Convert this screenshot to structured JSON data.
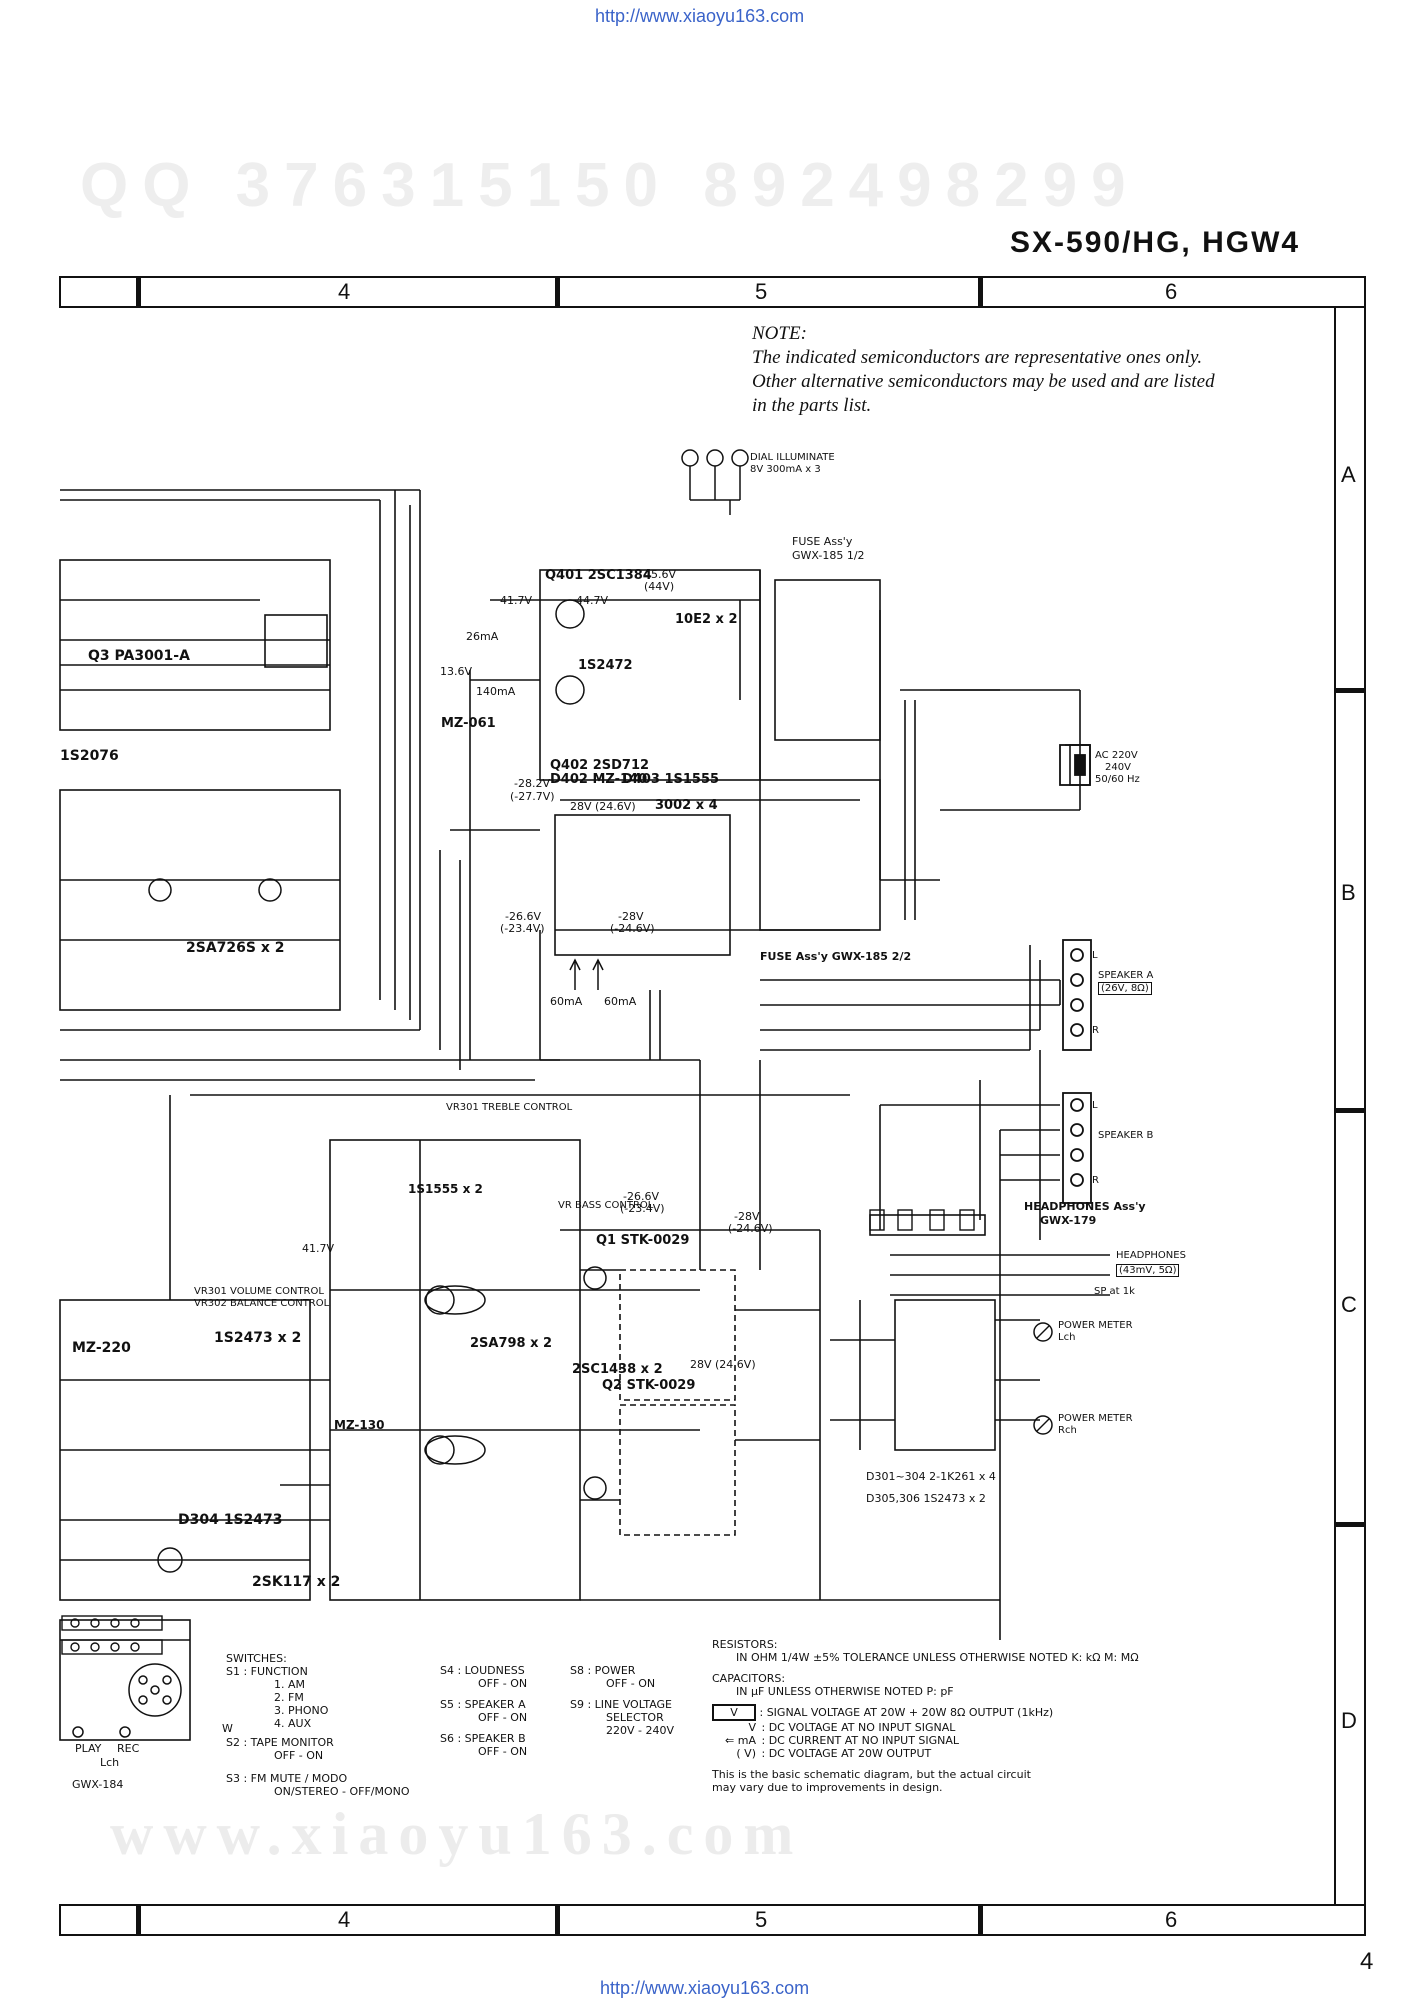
{
  "header": {
    "url_top": "http://www.xiaoyu163.com",
    "url_bottom": "http://www.xiaoyu163.com",
    "model": "SX-590/HG, HGW4",
    "watermark_top": "QQ 376315150   892498299",
    "watermark_bottom": "www.xiaoyu163.com",
    "page_number": "4"
  },
  "grid": {
    "columns": [
      "4",
      "5",
      "6"
    ],
    "rows": [
      "A",
      "B",
      "C",
      "D"
    ]
  },
  "note": {
    "title": "NOTE:",
    "line1": "The indicated semiconductors are representative ones only.",
    "line2": "Other alternative semiconductors may be used and are listed",
    "line3": "in the parts list."
  },
  "power": {
    "dial_illuminate": "DIAL ILLUMINATE",
    "dial_spec": "8V 300mA x 3",
    "fuse_assy_1": "FUSE Ass'y",
    "fuse_assy_1_part": "GWX-185 1/2",
    "fuse_assy_2": "FUSE Ass'y GWX-185 2/2",
    "ac_label": "AC 220V",
    "ac_label2": "240V",
    "ac_freq": "50/60 Hz",
    "q401": "Q401 2SC1384",
    "q402": "Q402 2SD712",
    "d402": "D402 MZ-140",
    "d403": "D403 1S1555",
    "d401": "10E2 x 2",
    "d404": "1S2472",
    "d405": "MZ-061",
    "rect": "3002 x 4",
    "v_45_6": "45.6V",
    "v_44": "(44V)",
    "v_44_7": "44.7V",
    "v_41_7": "41.7V",
    "v_13_6": "13.6V",
    "i_26": "26mA",
    "i_140": "140mA",
    "v_28_2": "-28.2V",
    "v_27_7": "(-27.7V)",
    "v_28_pos": "28V (24.6V)",
    "v_26_6": "-26.6V",
    "v_23_4": "(-23.4V)",
    "v_28_neg": "-28V",
    "v_24_6": "(-24.6V)",
    "i_60a": "60mA",
    "i_60b": "60mA"
  },
  "left": {
    "q3": "Q3 PA3001-A",
    "q_1s2076": "1S2076",
    "q_2sa726": "2SA726S x 2",
    "vr_vol": "VR301 VOLUME CONTROL",
    "vr_bal": "VR302 BALANCE CONTROL",
    "d_1s2473": "1S2473 x 2",
    "mz220": "MZ-220",
    "d_1s2473b": "D304 1S2473",
    "q_2sk117": "2SK117 x 2",
    "gwx184": "GWX-184",
    "play": "PLAY",
    "rec": "REC",
    "lch": "Lch",
    "w": "W"
  },
  "center": {
    "treble": "VR301 TREBLE CONTROL",
    "bass": "VR BASS CONTROL",
    "d_1s1555": "1S1555 x 2",
    "mz130": "MZ-130",
    "q_2sa798": "2SA798 x 2",
    "q_2sc1438": "2SC1438 x 2",
    "stk1": "Q1 STK-0029",
    "stk2": "Q2 STK-0029",
    "v_26_6b": "-26.6V",
    "v_23_4b": "(-23.4V)",
    "v_28b": "-28V",
    "v_24_6b": "(-24.6V)",
    "v_28_pos_b": "28V (24.6V)",
    "v_41_7b": "41.7V",
    "d_2_1k261": "D301~304 2-1K261 x 4",
    "d_1s2473c": "D305,306 1S2473 x 2"
  },
  "right": {
    "speaker_a": "SPEAKER A",
    "speaker_a_imp": "(26V, 8Ω)",
    "speaker_b": "SPEAKER B",
    "headphones": "HEADPHONES Ass'y",
    "headphones_part": "GWX-179",
    "headphones_jack": "HEADPHONES",
    "headphones_imp": "(43mV, 5Ω)",
    "sp_at": "SP at 1k",
    "power_meter_l": "POWER METER",
    "power_meter_l_ch": "Lch",
    "power_meter_r": "POWER METER",
    "power_meter_r_ch": "Rch",
    "lr": [
      "L",
      "R",
      "L",
      "R"
    ]
  },
  "switches": {
    "title": "SWITCHES:",
    "s1": "S1 : FUNCTION",
    "s1_items": [
      "1. AM",
      "2. FM",
      "3. PHONO",
      "4. AUX"
    ],
    "s2": "S2 : TAPE MONITOR",
    "s2_val": "OFF - ON",
    "s3": "S3 : FM MUTE / MODO",
    "s3_val": "ON/STEREO - OFF/MONO",
    "s4": "S4 : LOUDNESS",
    "s4_val": "OFF - ON",
    "s5": "S5 : SPEAKER A",
    "s5_val": "OFF - ON",
    "s6": "S6 : SPEAKER B",
    "s6_val": "OFF - ON",
    "s8": "S8 : POWER",
    "s8_val": "OFF - ON",
    "s9": "S9 : LINE VOLTAGE",
    "s9_sel": "SELECTOR",
    "s9_val": "220V - 240V"
  },
  "legend": {
    "resistors": "RESISTORS:",
    "res_desc": "IN OHM 1/4W ±5% TOLERANCE UNLESS OTHERWISE NOTED K: kΩ  M: MΩ",
    "capacitors": "CAPACITORS:",
    "cap_desc": "IN μF UNLESS OTHERWISE NOTED  P: pF",
    "sym_signal": "V",
    "desc_signal": ": SIGNAL VOLTAGE AT 20W + 20W 8Ω OUTPUT (1kHz)",
    "sym_dc": "V",
    "desc_dc": ": DC VOLTAGE AT NO INPUT SIGNAL",
    "sym_ma": "mA",
    "desc_ma": ": DC CURRENT AT NO INPUT SIGNAL",
    "sym_v20": "( V)",
    "desc_v20": ": DC VOLTAGE AT 20W OUTPUT",
    "basic1": "This is the basic schematic diagram, but the actual circuit",
    "basic2": "may vary due to improvements in design."
  }
}
